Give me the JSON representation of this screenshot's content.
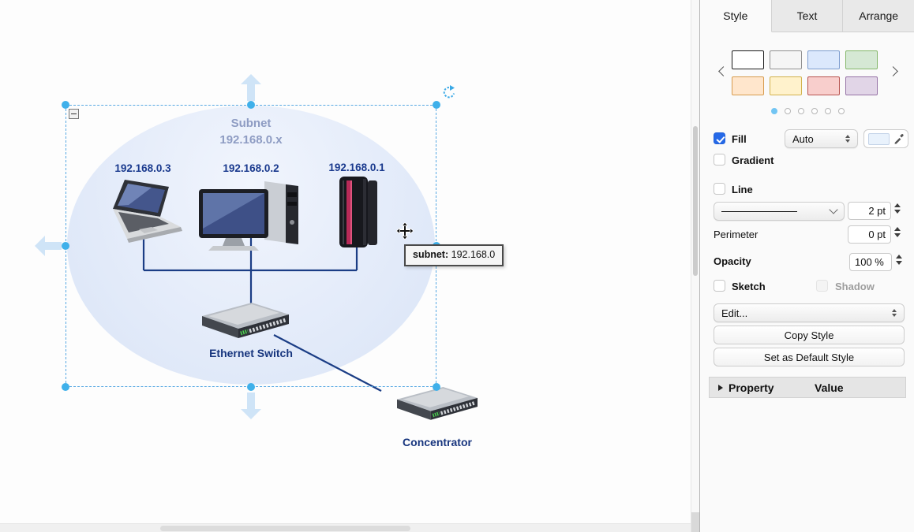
{
  "diagram": {
    "subnet": {
      "line1": "Subnet",
      "line2": "192.168.0.x"
    },
    "nodes": [
      {
        "type": "laptop",
        "label": "192.168.0.3"
      },
      {
        "type": "desktop",
        "label": "192.168.0.2"
      },
      {
        "type": "server",
        "label": "192.168.0.1"
      },
      {
        "type": "ethernet-switch",
        "label": "Ethernet Switch"
      },
      {
        "type": "concentrator",
        "label": "Concentrator"
      }
    ],
    "tooltip": {
      "key": "subnet:",
      "value": " 192.168.0"
    }
  },
  "panel": {
    "tabs": [
      {
        "label": "Style",
        "active": true
      },
      {
        "label": "Text",
        "active": false
      },
      {
        "label": "Arrange",
        "active": false
      }
    ],
    "swatches": [
      {
        "css": "background:#ffffff;border-color:#1a1a1a"
      },
      {
        "css": "background:#f5f5f5;border-color:#8f8f8f"
      },
      {
        "css": "background:#dbe8fc;border-color:#7d9dcf"
      },
      {
        "css": "background:#d5e8d4;border-color:#84b76a"
      },
      {
        "css": "background:#ffe6cc;border-color:#d79b4e"
      },
      {
        "css": "background:#fff2cc;border-color:#d2b24c"
      },
      {
        "css": "background:#f8cecc;border-color:#b85450"
      },
      {
        "css": "background:#e1d5e7;border-color:#9673a6"
      }
    ],
    "pager": {
      "dots": 6,
      "active_index": 0
    },
    "fill": {
      "label": "Fill",
      "checked": true,
      "mode": "Auto",
      "chip_css": "background:#e9f2fc"
    },
    "gradient": {
      "label": "Gradient",
      "checked": false
    },
    "line": {
      "label": "Line",
      "checked": false,
      "width": "2 pt"
    },
    "perimeter": {
      "label": "Perimeter",
      "value": "0 pt"
    },
    "opacity": {
      "label": "Opacity",
      "value": "100 %"
    },
    "sketch": {
      "label": "Sketch",
      "checked": false
    },
    "shadow": {
      "label": "Shadow",
      "checked": false,
      "disabled": true
    },
    "edit_select": {
      "label": "Edit..."
    },
    "copy_style_label": "Copy Style",
    "set_default_label": "Set as Default Style",
    "property_header": {
      "property": "Property",
      "value": "Value"
    }
  },
  "colors": {
    "selection_dash": "#58a9e3",
    "selection_handle": "#3fb0ea",
    "connector": "#1b3d85",
    "node_label": "#1a3a8e",
    "subnet_label": "#8e9cc3",
    "ellipse_fill": "#e2eaf9",
    "checkbox_accent": "#2569e8"
  }
}
